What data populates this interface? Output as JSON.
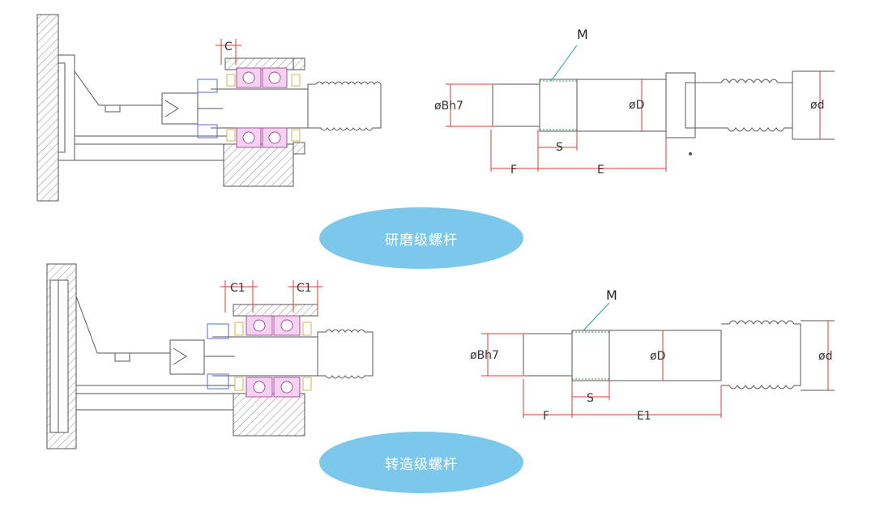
{
  "colors": {
    "outline": "#555555",
    "dimension": "#e53935",
    "hatch": "#8a8a8a",
    "bearing_fill": "#f3d3ef",
    "bearing_stroke": "#b04aa8",
    "blue_part": "#4a6fd0",
    "yellow_part": "#d8b24a",
    "teal_leader": "#1aa39a",
    "pill": "#7cc8ec",
    "pill_text": "#ffffff"
  },
  "section_ground": {
    "label": "研磨级螺杆",
    "assembly": {
      "clearance_label": "C"
    },
    "shaft": {
      "thread_label": "M",
      "journal_dia_label": "øBh7",
      "shoulder_dia_label": "øD",
      "screw_dia_label": "ød",
      "thread_len_label": "S",
      "journal_len_label": "F",
      "shoulder_len_label": "E"
    }
  },
  "section_rolled": {
    "label": "转造级螺杆",
    "assembly": {
      "clearance_label_left": "C1",
      "clearance_label_right": "C1"
    },
    "shaft": {
      "thread_label": "M",
      "journal_dia_label": "øBh7",
      "shoulder_dia_label": "øD",
      "screw_dia_label": "ød",
      "thread_len_label": "S",
      "journal_len_label": "F",
      "shoulder_len_label": "E1"
    }
  }
}
